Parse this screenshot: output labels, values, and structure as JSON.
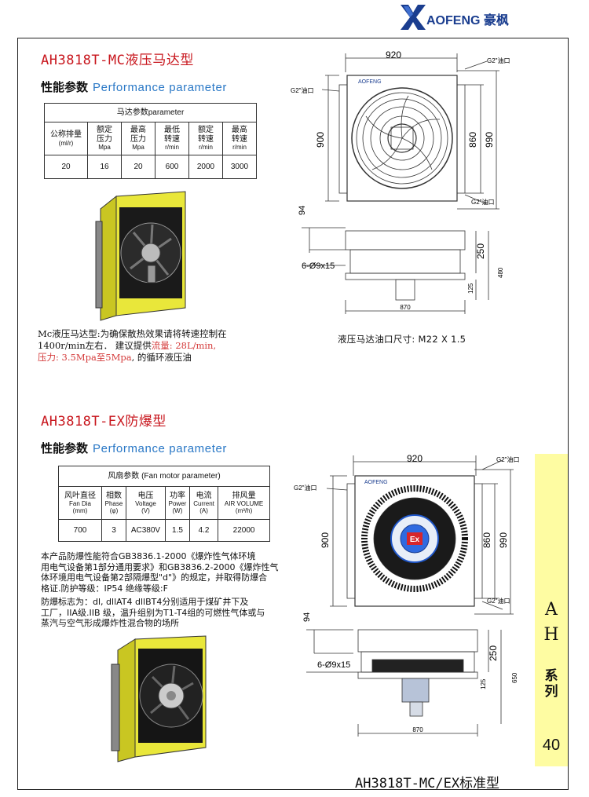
{
  "brand": {
    "name": "AOFENG",
    "cn": "豪枫"
  },
  "mc": {
    "title": "AH3818T-MC液压马达型",
    "perf_cn": "性能参数",
    "perf_en": "Performance parameter",
    "table_head": "马达参数parameter",
    "cols": [
      {
        "cn": "公称排量",
        "unit": "(ml/r)"
      },
      {
        "cn": "额定压力",
        "unit": "Mpa"
      },
      {
        "cn": "最高压力",
        "unit": "Mpa"
      },
      {
        "cn": "最低转速",
        "unit": "r/min"
      },
      {
        "cn": "额定转速",
        "unit": "r/min"
      },
      {
        "cn": "最高转速",
        "unit": "r/min"
      }
    ],
    "values": [
      "20",
      "16",
      "20",
      "600",
      "2000",
      "3000"
    ],
    "desc1": "Mc液压马达型:为确保散热效果请将转速控制在",
    "desc2a": "1400r/min左右．  建议提供",
    "desc2b": "流量: 28L/min,",
    "desc3a": "压力: 3.5Mpa至5Mpa",
    "desc3b": ", 的循环液压油",
    "port_note": "液压马达油口尺寸: M22 X 1.5"
  },
  "ex": {
    "title": "AH3818T-EX防爆型",
    "perf_cn": "性能参数",
    "perf_en": "Performance parameter",
    "table_head": "风扇参数  (Fan motor parameter)",
    "cols": [
      {
        "cn": "风叶直径",
        "en": "Fan Dia",
        "unit": "(mm)"
      },
      {
        "cn": "相数",
        "en": "Phase",
        "unit": "(φ)"
      },
      {
        "cn": "电压",
        "en": "Voltage",
        "unit": "(V)"
      },
      {
        "cn": "功率",
        "en": "Power",
        "unit": "(W)"
      },
      {
        "cn": "电流",
        "en": "Current",
        "unit": "(A)"
      },
      {
        "cn": "排风量",
        "en": "AIR VOLUME",
        "unit": "(m³/h)"
      }
    ],
    "values": [
      "700",
      "3",
      "AC380V",
      "1.5",
      "4.2",
      "22000"
    ],
    "para1": [
      "      本产品防爆性能符合GB3836.1-2000《爆炸性气体环境",
      "用电气设备第1部分通用要求》和GB3836.2-2000《爆炸性气",
      "体环境用电气设备第2部隔爆型\"d\"》的规定，并取得防爆合",
      "格证.防护等级：IP54    绝缘等级:F"
    ],
    "para2": [
      "      防爆标志为：dl, dllAT4 dllBT4分别适用于煤矿井下及",
      "工厂，IIA级.IIB 级，温升组别为T1-T4组的可燃性气体或与",
      "蒸汽与空气形成爆炸性混合物的场所"
    ]
  },
  "dims": {
    "w920": "920",
    "h900": "900",
    "h860": "860",
    "h990": "990",
    "d94": "94",
    "d250": "250",
    "d480": "480",
    "d650": "650",
    "d125": "125",
    "holes": "6-Ø9x15",
    "w870": "870",
    "port": "G2\"油口",
    "label_brand": "AOFENG",
    "ex_mark": "Ex"
  },
  "side": {
    "ah_a": "A",
    "ah_h": "H",
    "xi": "系",
    "lie": "列",
    "page": "40"
  },
  "footer": "AH3818T-MC/EX标准型"
}
